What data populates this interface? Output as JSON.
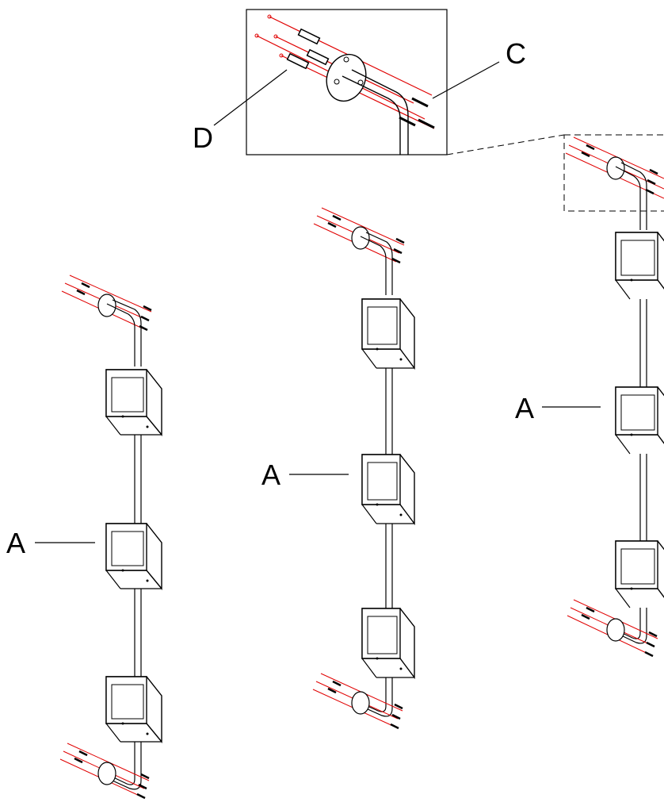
{
  "labels": {
    "detail_c": "C",
    "detail_d": "D",
    "unit_left": "A",
    "unit_middle": "A",
    "unit_right": "A"
  },
  "colors": {
    "line": "#000000",
    "fixing_axis": "#e00000",
    "background": "#ffffff"
  }
}
